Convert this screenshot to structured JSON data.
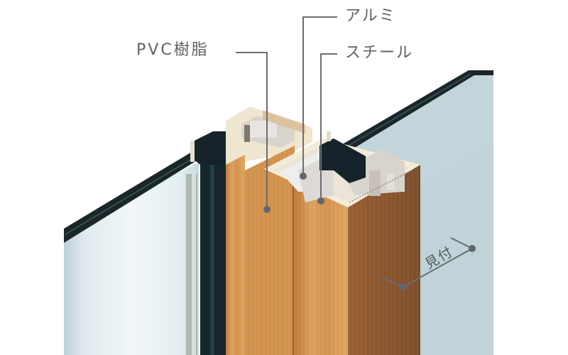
{
  "diagram": {
    "title": "Window frame cross-section",
    "labels": {
      "pvc": "PVC樹脂",
      "alumi": "アルミ",
      "steel": "スチール",
      "mitsuke": "見付"
    },
    "colors": {
      "leader_line": "#6b6e72",
      "label_text": "#5f6266",
      "wood_front": "#d79a55",
      "wood_side": "#8d5a32",
      "glass_left": "#e6f0f2",
      "glass_right": "#c4d6dc",
      "gasket": "#1a2528",
      "pvc_core": "#f1ece0"
    }
  }
}
